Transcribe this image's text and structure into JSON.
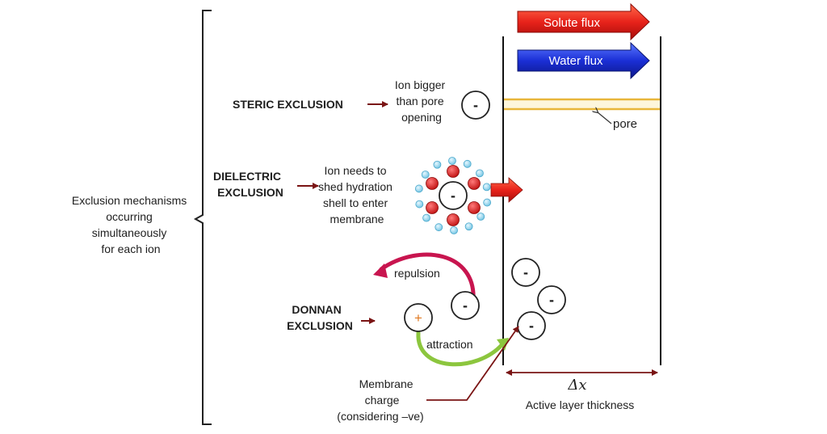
{
  "bracket_label": [
    "Exclusion mechanisms",
    "occurring",
    "simultaneously",
    "for each ion"
  ],
  "steric": {
    "title": "STERIC EXCLUSION",
    "description": [
      "Ion bigger",
      "than pore",
      "opening"
    ]
  },
  "dielectric": {
    "title": [
      "DIELECTRIC",
      "EXCLUSION"
    ],
    "description": [
      "Ion needs to",
      "shed hydration",
      "shell to enter",
      "membrane"
    ]
  },
  "donnan": {
    "title": [
      "DONNAN",
      "EXCLUSION"
    ],
    "repulsion_label": "repulsion",
    "attraction_label": "attraction"
  },
  "membrane_charge_label": [
    "Membrane",
    "charge",
    "(considering –ve)"
  ],
  "solute_flux_label": "Solute flux",
  "water_flux_label": "Water flux",
  "pore_label": "pore",
  "thickness_symbol": "Δx",
  "thickness_label": "Active layer thickness",
  "ion_symbols": {
    "negative": "-",
    "positive": "+"
  },
  "colors": {
    "solute_flux": "#e8231b",
    "water_flux": "#1b2fd6",
    "pointer_arrow": "#7a1414",
    "hydration_water": "#9fd8ec",
    "hydration_ion": "#e02020",
    "pore": "#e8b63a",
    "repulsion": "#c8154f",
    "attraction": "#8cc63e",
    "positive_charge": "#e07820"
  }
}
